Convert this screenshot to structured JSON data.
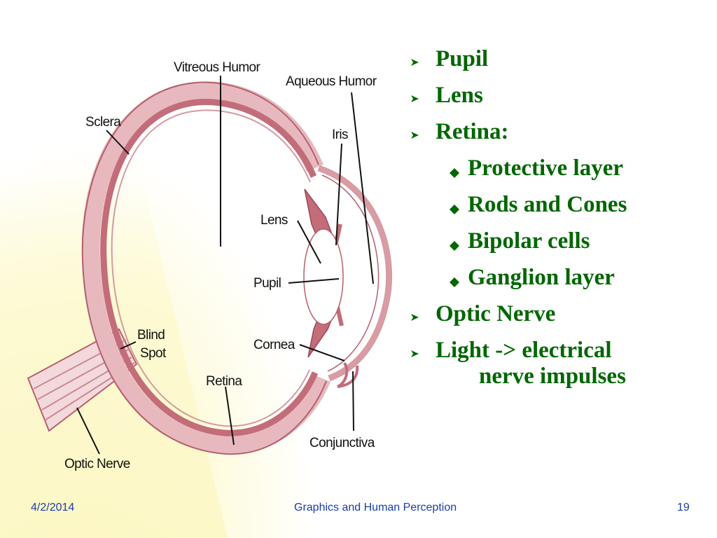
{
  "diagram": {
    "labels": {
      "vitreous_humor": "Vitreous Humor",
      "aqueous_humor": "Aqueous Humor",
      "sclera": "Sclera",
      "iris": "Iris",
      "lens": "Lens",
      "pupil": "Pupil",
      "blind_spot_line1": "Blind",
      "blind_spot_line2": "Spot",
      "cornea": "Cornea",
      "retina": "Retina",
      "optic_nerve": "Optic Nerve",
      "conjunctiva": "Conjunctiva"
    }
  },
  "bullets": {
    "pupil": "Pupil",
    "lens": "Lens",
    "retina": "Retina:",
    "protective_layer": "Protective layer",
    "rods_cones": "Rods and Cones",
    "bipolar_cells": "Bipolar cells",
    "ganglion_layer": "Ganglion layer",
    "optic_nerve": "Optic Nerve",
    "light_line1": "Light -> electrical",
    "light_line2": "nerve impulses"
  },
  "footer": {
    "date": "4/2/2014",
    "title": "Graphics and Human Perception",
    "page": "19"
  },
  "colors": {
    "text_green": "#006600",
    "footer_blue": "#1a3ea8",
    "tissue_pink": "#c26d79",
    "highlight_yellow": "#fdf8c8"
  }
}
